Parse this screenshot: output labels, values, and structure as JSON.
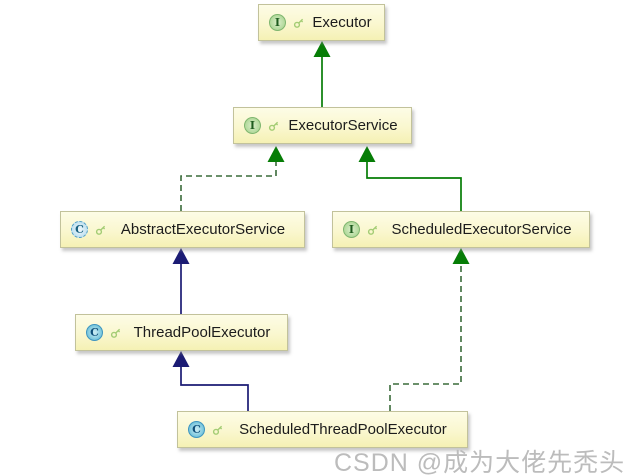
{
  "diagram": {
    "type": "uml-class-diagram",
    "icon_letters": {
      "interface": "I",
      "class": "C"
    },
    "nodes": [
      {
        "id": "executor",
        "label": "Executor",
        "kind": "interface"
      },
      {
        "id": "executor-service",
        "label": "ExecutorService",
        "kind": "interface"
      },
      {
        "id": "abstract-executor-service",
        "label": "AbstractExecutorService",
        "kind": "abstract-class"
      },
      {
        "id": "scheduled-executor-service",
        "label": "ScheduledExecutorService",
        "kind": "interface"
      },
      {
        "id": "thread-pool-executor",
        "label": "ThreadPoolExecutor",
        "kind": "class"
      },
      {
        "id": "scheduled-thread-pool-executor",
        "label": "ScheduledThreadPoolExecutor",
        "kind": "class"
      }
    ],
    "edges": [
      {
        "from": "ExecutorService",
        "to": "Executor",
        "relation": "extends",
        "line": "solid",
        "color": "green"
      },
      {
        "from": "AbstractExecutorService",
        "to": "ExecutorService",
        "relation": "implements",
        "line": "dashed",
        "color": "green"
      },
      {
        "from": "ScheduledExecutorService",
        "to": "ExecutorService",
        "relation": "extends",
        "line": "solid",
        "color": "green"
      },
      {
        "from": "ThreadPoolExecutor",
        "to": "AbstractExecutorService",
        "relation": "extends",
        "line": "solid",
        "color": "navy"
      },
      {
        "from": "ScheduledThreadPoolExecutor",
        "to": "ThreadPoolExecutor",
        "relation": "extends",
        "line": "solid",
        "color": "navy"
      },
      {
        "from": "ScheduledThreadPoolExecutor",
        "to": "ScheduledExecutorService",
        "relation": "implements",
        "line": "dashed",
        "color": "green"
      }
    ],
    "colors": {
      "extends_green": "#067d06",
      "extends_navy": "#1b1b74",
      "implements_dash_green": "#3a6b3a",
      "node_fill": "#faf7cf",
      "node_border": "#c2c29b",
      "watermark_gray": "#bcbcbc"
    },
    "watermark": "CSDN @成为大佬先秃头"
  }
}
